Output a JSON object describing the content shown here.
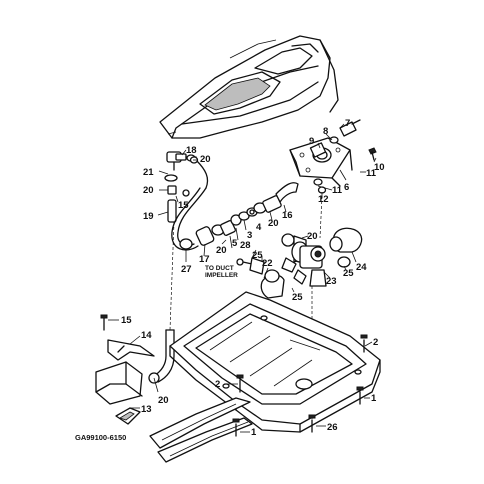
{
  "callouts": {
    "c1a": "1",
    "c1b": "1",
    "c2a": "2",
    "c2b": "2",
    "c3": "3",
    "c4": "4",
    "c5": "5",
    "c6": "6",
    "c7": "7",
    "c8": "8",
    "c9": "9",
    "c10": "10",
    "c11a": "11",
    "c11b": "11",
    "c12": "12",
    "c13": "13",
    "c14": "14",
    "c15a": "15",
    "c15b": "15",
    "c16": "16",
    "c17": "17",
    "c18": "18",
    "c19": "19",
    "c20a": "20",
    "c20b": "20",
    "c20c": "20",
    "c20d": "20",
    "c20e": "20",
    "c20f": "20",
    "c21": "21",
    "c22": "22",
    "c23": "23",
    "c24": "24",
    "c25a": "25",
    "c25b": "25",
    "c25c": "25",
    "c26": "26",
    "c27": "27",
    "c28": "28"
  },
  "annotation": {
    "line1": "TO DUCT",
    "line2": "IMPELLER"
  },
  "diagram_code": "GA99100-6150"
}
